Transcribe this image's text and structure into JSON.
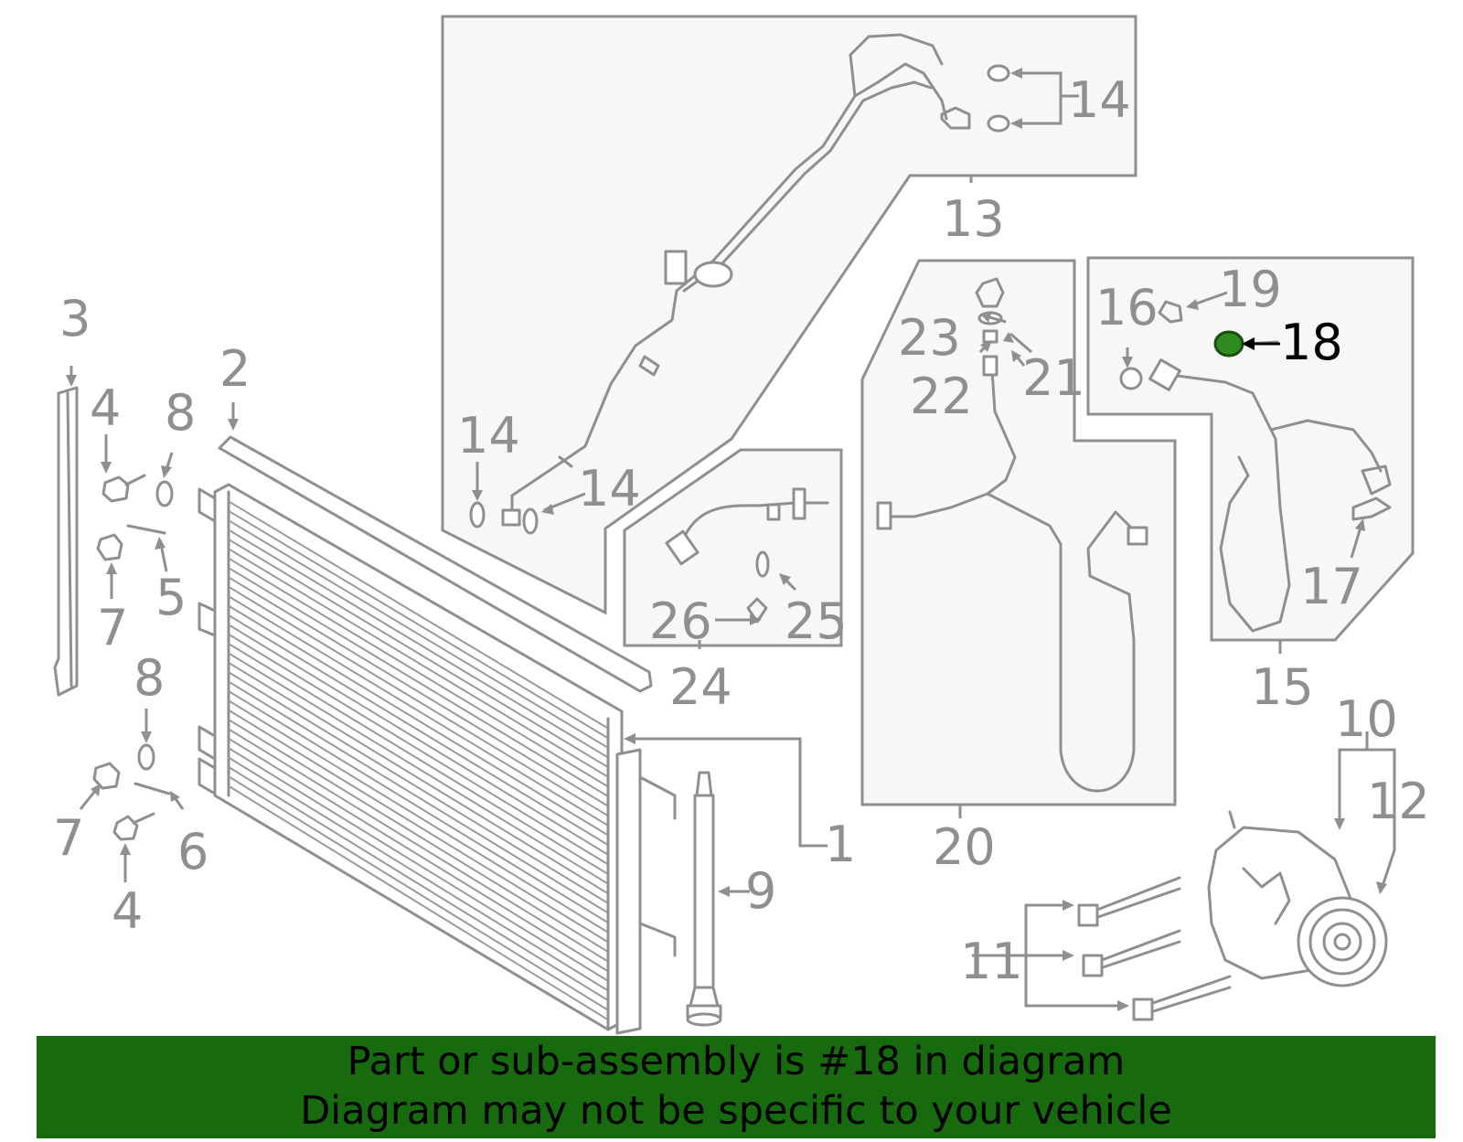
{
  "banner": {
    "line1": "Part or sub-assembly is #18 in diagram",
    "line2": "Diagram may not be specific to your vehicle"
  },
  "highlighted_callout": "18",
  "callouts": {
    "c1": "1",
    "c2": "2",
    "c3": "3",
    "c4a": "4",
    "c4b": "4",
    "c5": "5",
    "c6": "6",
    "c7a": "7",
    "c7b": "7",
    "c8a": "8",
    "c8b": "8",
    "c9": "9",
    "c10": "10",
    "c11": "11",
    "c12": "12",
    "c13": "13",
    "c14a": "14",
    "c14b": "14",
    "c14c": "14",
    "c15": "15",
    "c16": "16",
    "c17": "17",
    "c18": "18",
    "c19": "19",
    "c20": "20",
    "c21": "21",
    "c22": "22",
    "c23": "23",
    "c24": "24",
    "c25": "25",
    "c26": "26"
  },
  "colors": {
    "line_gray": "#8f8f8f",
    "panel_fill": "#f7f7f7",
    "highlight_green": "#176b0e",
    "part_18_fill": "#2e8b1e"
  }
}
